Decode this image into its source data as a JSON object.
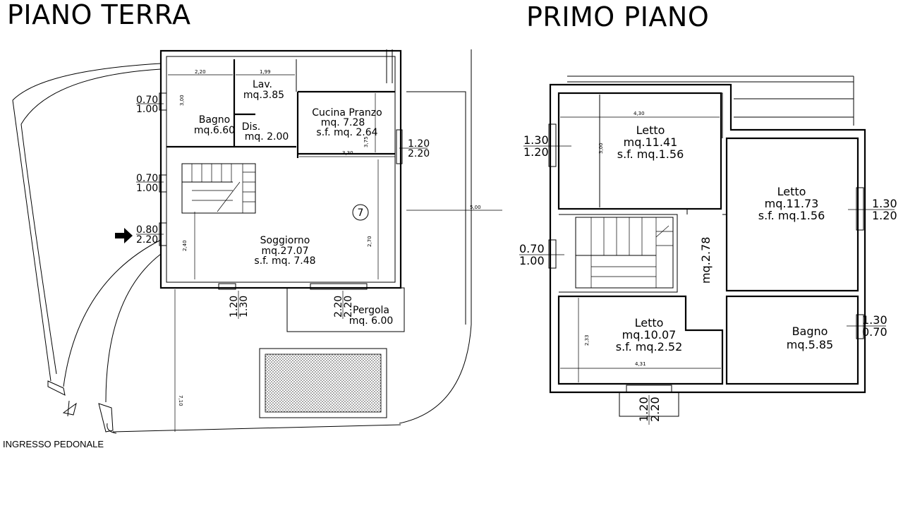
{
  "titles": {
    "ground_floor": "PIANO TERRA",
    "first_floor": "PRIMO PIANO"
  },
  "entrance_label": "INGRESSO PEDONALE",
  "ground_floor": {
    "rooms": [
      {
        "id": "lav",
        "name": "Lav.",
        "area": "mq.3.85"
      },
      {
        "id": "bagno",
        "name": "Bagno",
        "area": "mq.6.60"
      },
      {
        "id": "dis",
        "name": "Dis.",
        "area": "mq. 2.00"
      },
      {
        "id": "cucina",
        "name": "Cucina Pranzo",
        "area": "mq. 7.28",
        "sf": "s.f. mq. 2.64"
      },
      {
        "id": "soggiorno",
        "name": "Soggiorno",
        "area": "mq.27.07",
        "sf": "s.f. mq. 7.48"
      },
      {
        "id": "pergola",
        "name": "Pergola",
        "area": "mq. 6.00"
      }
    ],
    "windows": [
      {
        "top": "0.70",
        "bottom": "1.00"
      },
      {
        "top": "0.70",
        "bottom": "1.00"
      },
      {
        "top": "0.80",
        "bottom": "2.20"
      },
      {
        "top": "1.20",
        "bottom": "2.20"
      }
    ],
    "vertical_openings": [
      {
        "a": "1.20",
        "b": "1.30"
      },
      {
        "a": "2.20",
        "b": "2.20"
      }
    ],
    "marker": "7",
    "dimensions": [
      "2,20",
      "1,99",
      "3,00",
      "3,30",
      "3,75",
      "2,40",
      "2,70",
      "5,00",
      "7,10"
    ]
  },
  "first_floor": {
    "rooms": [
      {
        "id": "letto1",
        "name": "Letto",
        "area": "mq.11.41",
        "sf": "s.f. mq.1.56"
      },
      {
        "id": "letto2",
        "name": "Letto",
        "area": "mq.11.73",
        "sf": "s.f. mq.1.56"
      },
      {
        "id": "letto3",
        "name": "Letto",
        "area": "mq.10.07",
        "sf": "s.f. mq.2.52"
      },
      {
        "id": "bagno",
        "name": "Bagno",
        "area": "mq.5.85"
      },
      {
        "id": "corridor",
        "area": "mq.2.78"
      }
    ],
    "windows": [
      {
        "top": "1.30",
        "bottom": "1.20"
      },
      {
        "top": "1.30",
        "bottom": "1.20"
      },
      {
        "top": "0.70",
        "bottom": "1.00"
      },
      {
        "top": "1.30",
        "bottom": "0.70"
      }
    ],
    "vertical_openings": [
      {
        "a": "1.20",
        "b": "2.20"
      }
    ],
    "dimensions": [
      "4,30",
      "3,00",
      "2,33",
      "4,31"
    ]
  }
}
